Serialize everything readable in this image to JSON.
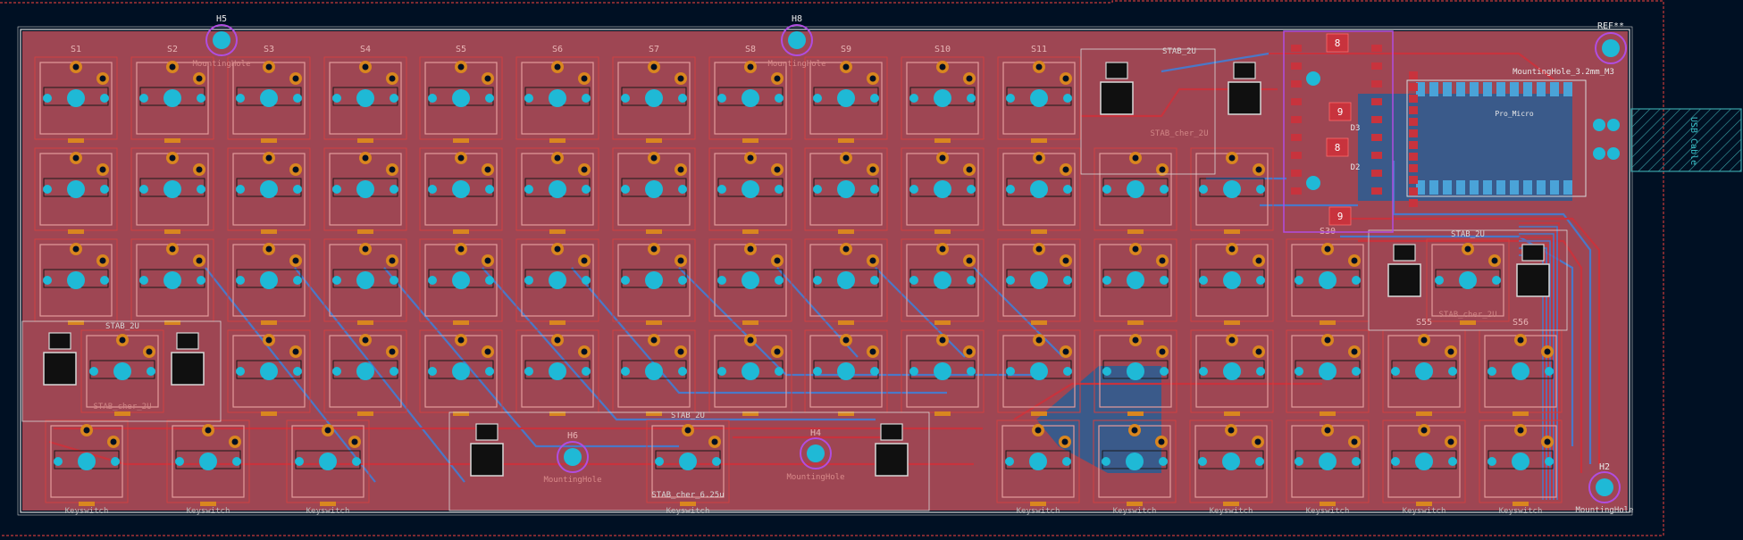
{
  "board": {
    "colors": {
      "background": "#001023",
      "copper_fill": "#9e4653",
      "back_fill": "#3a5a8a",
      "trace_front": "#c8333d",
      "trace_back": "#4a78c8",
      "pad": "#1fb9d6",
      "pad_ring": "#d9861f",
      "silk": "#e8b5b5",
      "edge": "#d8d8d8",
      "courtyard": "#d04040",
      "highlight": "#b04de0",
      "usb_outline": "#39a3a8",
      "label_dim": "#a0a0a0"
    },
    "mounting_hole_refs": [
      "H5",
      "H8",
      "H6",
      "H4",
      "H2",
      "REF**"
    ],
    "mounting_hole_value": "MountingHole",
    "mounting_hole_value_m3": "MountingHole_3.2mm_M3",
    "switch_refs_row1": [
      "S1",
      "S2",
      "S3",
      "S4",
      "S5",
      "S6",
      "S7",
      "S8",
      "S9",
      "S10",
      "S11"
    ],
    "switch_ref_s30": "S30",
    "switch_ref_s55": "S55",
    "switch_ref_s56": "S56",
    "stab_ref": "STAB_2U",
    "stab_value": "STAB_cher_2U",
    "stab_value_625": "STAB_cher_6.25u",
    "keyswitch_value": "Keyswitch",
    "usb_label": "USB Cable",
    "mcu_digits": [
      "8",
      "9",
      "8",
      "9"
    ],
    "diode_labels": [
      "D3",
      "D2"
    ],
    "pro_micro_label": "Pro_Micro"
  }
}
